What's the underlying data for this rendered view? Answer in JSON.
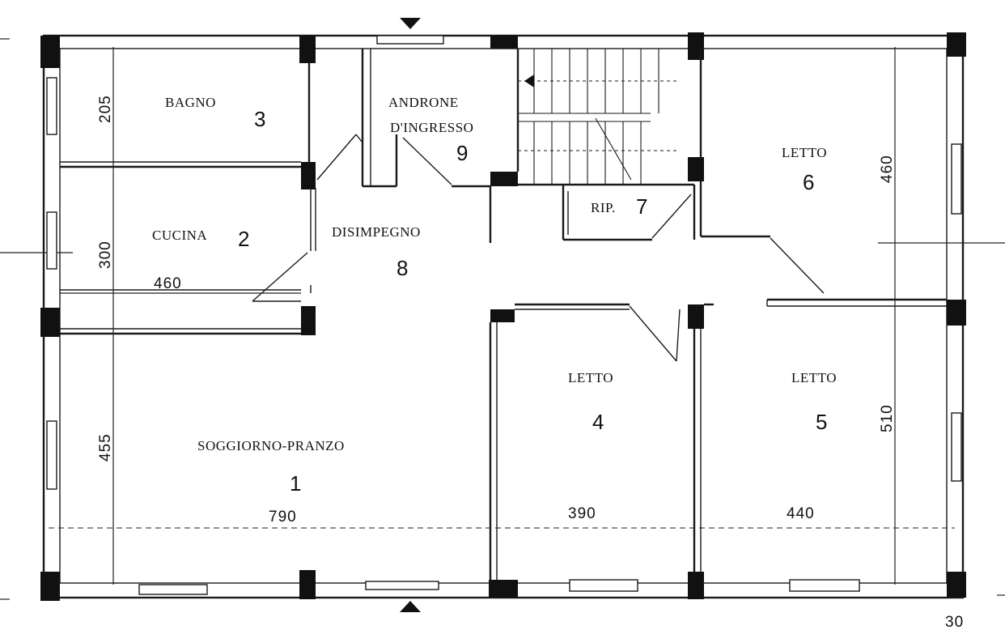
{
  "rooms": {
    "bagno": {
      "name": "BAGNO",
      "number": "3"
    },
    "cucina": {
      "name": "CUCINA",
      "number": "2"
    },
    "androne": {
      "name_line1": "ANDRONE",
      "name_line2": "D'INGRESSO",
      "number": "9"
    },
    "disimpegno": {
      "name": "DISIMPEGNO",
      "number": "8"
    },
    "ripostiglio": {
      "name": "RIP.",
      "number": "7"
    },
    "letto6": {
      "name": "LETTO",
      "number": "6"
    },
    "soggiorno": {
      "name": "SOGGIORNO-PRANZO",
      "number": "1"
    },
    "letto4": {
      "name": "LETTO",
      "number": "4"
    },
    "letto5": {
      "name": "LETTO",
      "number": "5"
    }
  },
  "dimensions": {
    "bagno_height": "205",
    "cucina_height": "300",
    "soggiorno_height": "455",
    "cucina_width": "460",
    "soggiorno_width": "790",
    "letto4_width": "390",
    "letto5_width": "440",
    "letto6_height": "460",
    "letto5_height": "510",
    "corner_note": "30"
  }
}
